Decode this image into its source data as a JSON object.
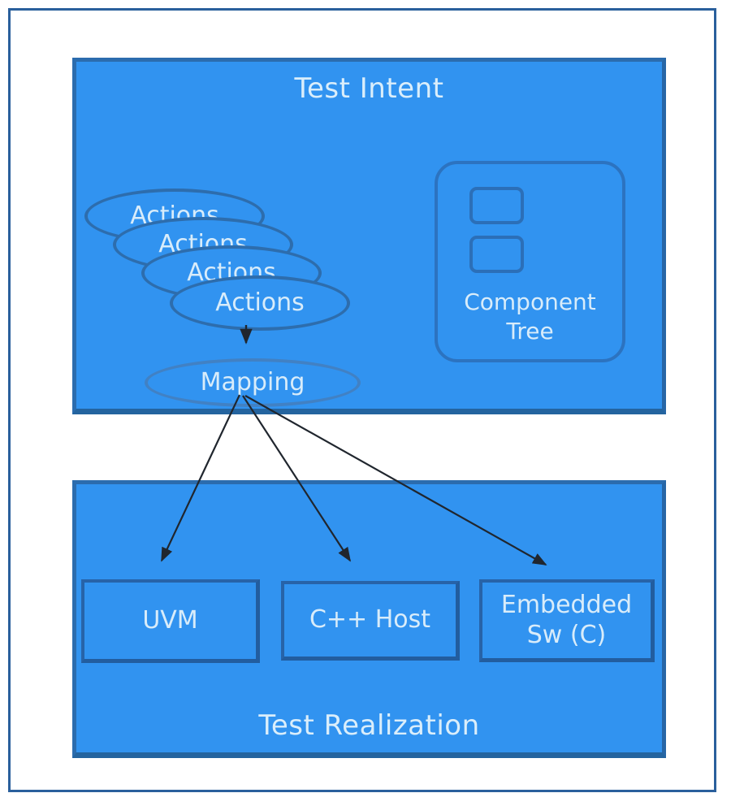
{
  "colors": {
    "panel_fill": "#3193f0",
    "panel_border": "#2b6cae",
    "frame_border": "#2a5f9c",
    "ellipse_stroke": "#2d6dad",
    "mapping_stroke": "#4181c4",
    "arrow_color": "#20262e",
    "text_color": "#d8ecfa"
  },
  "test_intent": {
    "title": "Test Intent",
    "actions_stack": [
      "Actions",
      "Actions",
      "Actions",
      "Actions"
    ],
    "mapping_label": "Mapping",
    "component_tree_label": "Component Tree"
  },
  "test_realization": {
    "title": "Test Realization",
    "targets": [
      {
        "label": "UVM"
      },
      {
        "label": "C++ Host"
      },
      {
        "label": "Embedded Sw (C)"
      }
    ]
  }
}
